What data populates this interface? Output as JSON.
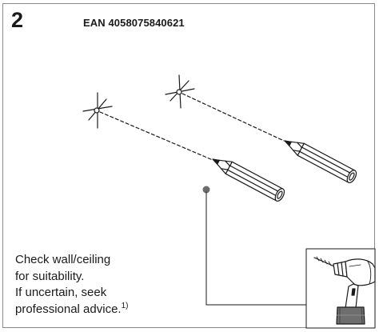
{
  "header": {
    "step_number": "2",
    "ean": "EAN 4058075840621"
  },
  "instruction": {
    "lines": [
      "Check wall/ceiling",
      "for suitability.",
      "If uncertain, seek",
      "professional advice."
    ],
    "footnote_marker": "1)"
  },
  "icons": {
    "left_drill_mark": "drill-hole-mark-icon",
    "right_drill_mark": "drill-hole-mark-icon",
    "left_pencil": "pencil-icon",
    "right_pencil": "pencil-icon",
    "callout_dot": "callout-dot-icon",
    "drill": "cordless-drill-icon"
  },
  "colors": {
    "frame": "#8a8a8a",
    "line_art": "#1a1a1a",
    "callout_dot": "#6b6b6b",
    "battery": "#6e6e6e"
  }
}
